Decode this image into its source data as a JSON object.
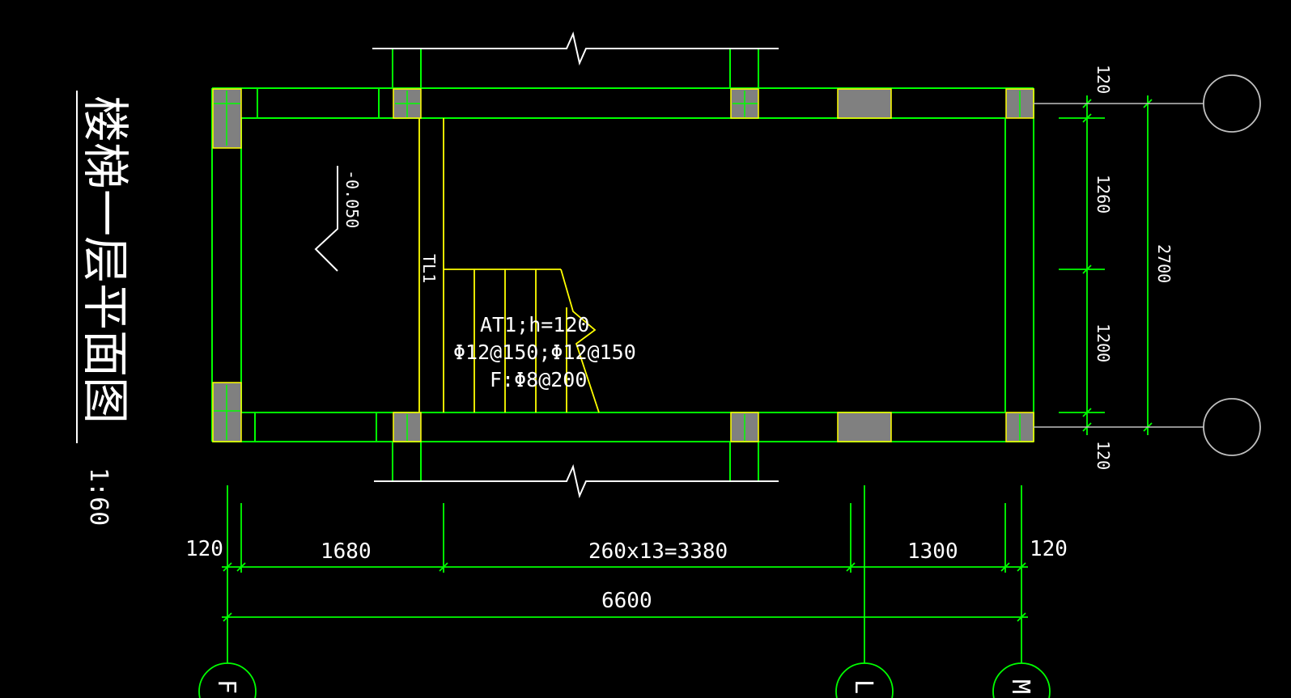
{
  "drawing": {
    "title": "楼梯一层平面图",
    "scale": "1:60"
  },
  "annotations": {
    "elevation": "-0.050",
    "beam_label": "TL1",
    "stair_line1": "AT1;h=120",
    "stair_line2": "Φ12@150;Φ12@150",
    "stair_line3": "F:Φ8@200"
  },
  "dimensions_horizontal": {
    "d1": "120",
    "d2": "1680",
    "d3": "260x13=3380",
    "d4": "1300",
    "d5": "120",
    "total": "6600"
  },
  "dimensions_vertical": {
    "d1": "120",
    "d2": "1260",
    "d3": "1200",
    "d4": "120",
    "total": "2700"
  },
  "axes": {
    "left": "F",
    "middle": "L",
    "right": "M"
  },
  "colors": {
    "background": "#000000",
    "walls": "#00ff00",
    "stair": "#ffff00",
    "column_fill": "#808080",
    "text": "#ffffff",
    "axis_circle": "#c0c0c0"
  }
}
